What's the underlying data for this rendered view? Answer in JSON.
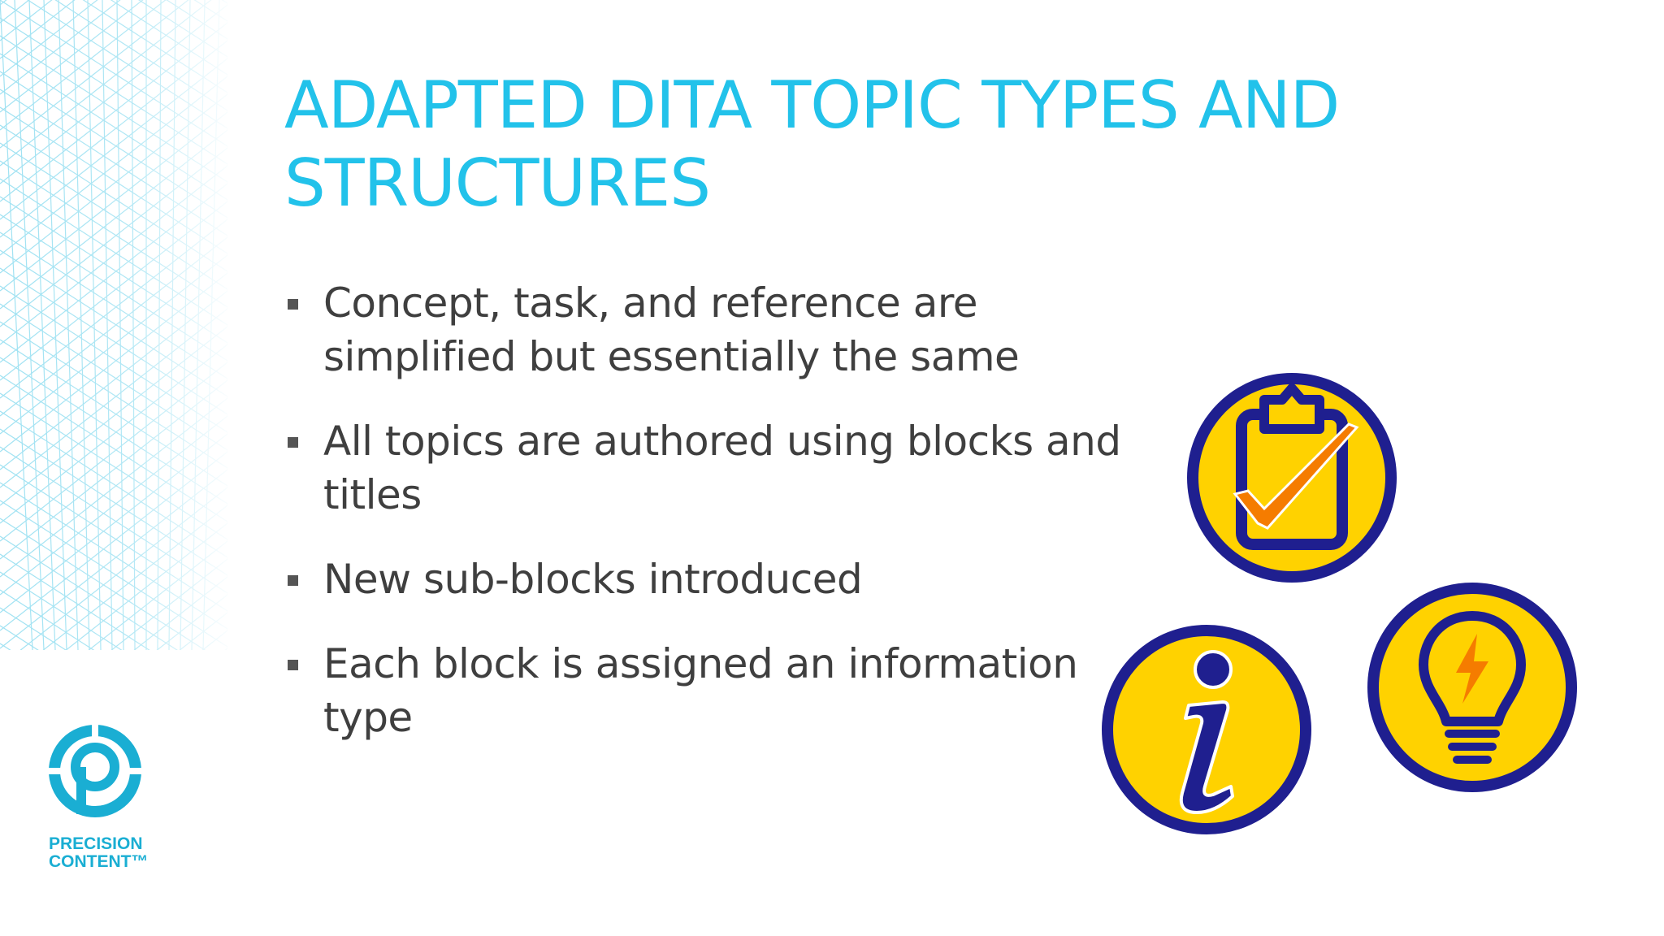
{
  "slide": {
    "title": "ADAPTED DITA TOPIC TYPES AND STRUCTURES",
    "bullets": [
      "Concept, task, and reference are simplified but essentially the same",
      "All topics are authored using blocks and titles",
      "New sub-blocks introduced",
      "Each block is assigned an information type"
    ]
  },
  "icons": {
    "task": "clipboard-check-icon",
    "concept": "info-icon",
    "reference": "lightbulb-icon"
  },
  "logo": {
    "line1": "PRECISION",
    "line2": "CONTENT™"
  },
  "colors": {
    "title": "#22c2ea",
    "body_text": "#3f3f3f",
    "icon_ring": "#1f1f8f",
    "icon_fill": "#ffd200",
    "accent_orange": "#f57c00",
    "logo": "#1aaed3",
    "mesh": "#7fd8ee"
  }
}
